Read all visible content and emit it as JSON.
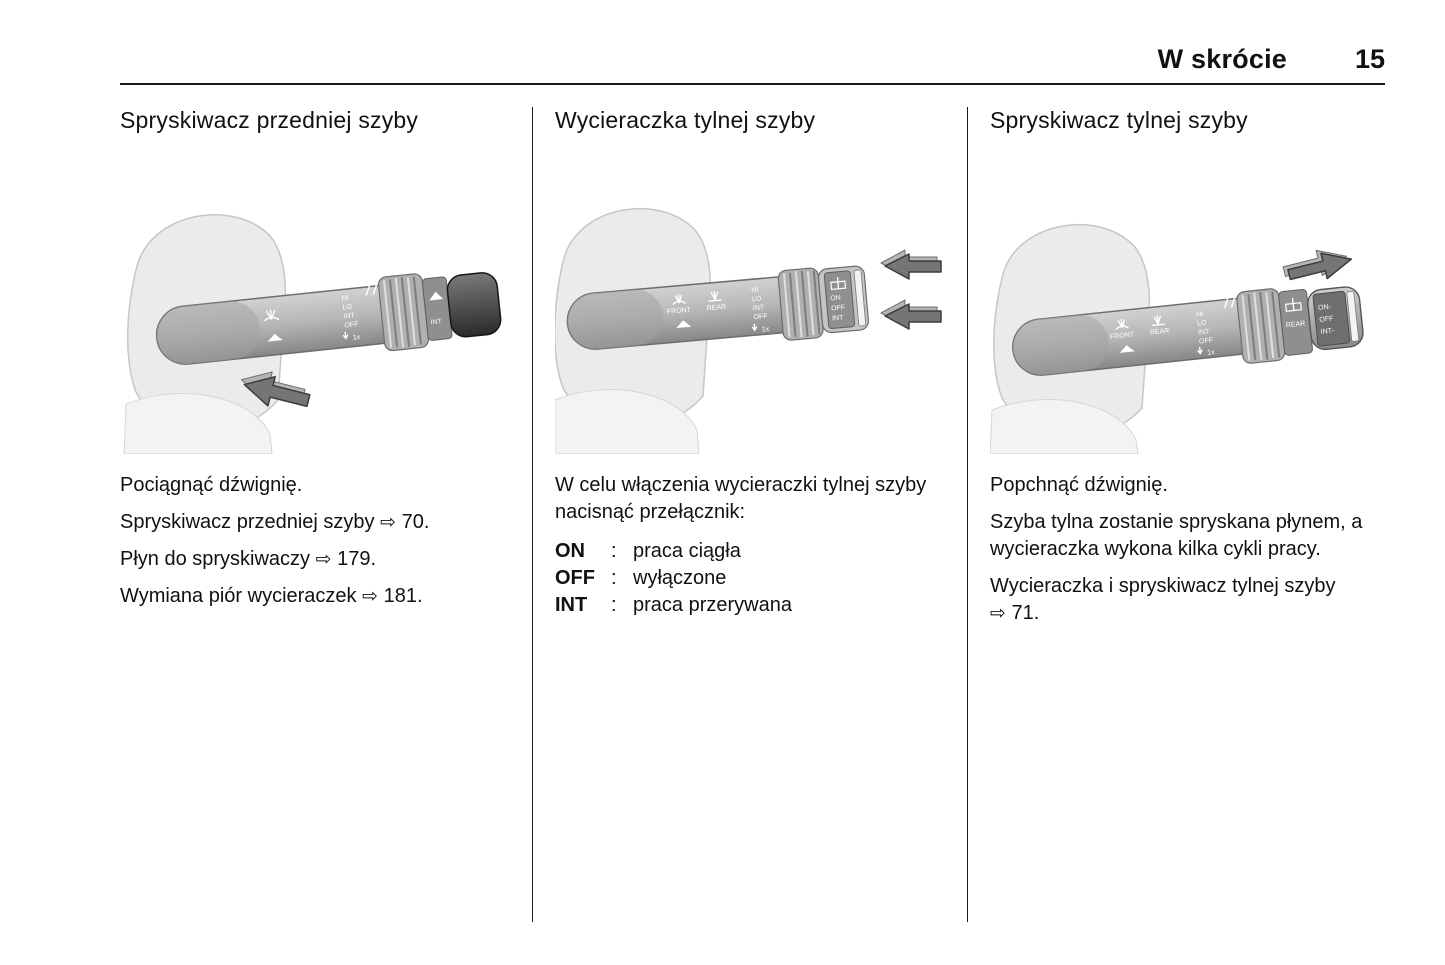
{
  "header": {
    "title": "W skrócie",
    "page_number": "15"
  },
  "icons": {
    "ref_arrow": "⇨"
  },
  "columns": [
    {
      "heading": "Spryskiwacz przedniej szyby",
      "paragraphs": [
        {
          "text": "Pociągnąć dźwignię."
        },
        {
          "text": "Spryskiwacz przedniej szyby",
          "ref": "70."
        },
        {
          "text": "Płyn do spryskiwaczy",
          "ref": "179."
        },
        {
          "text": "Wymiana piór wycieraczek",
          "ref": "181."
        }
      ]
    },
    {
      "heading": "Wycieraczka tylnej szyby",
      "intro": "W celu włączenia wycieraczki tylnej szyby nacisnąć przełącznik:",
      "definitions": [
        {
          "term": "ON",
          "colon": ":",
          "desc": "praca ciągła"
        },
        {
          "term": "OFF",
          "colon": ":",
          "desc": "wyłączone"
        },
        {
          "term": "INT",
          "colon": ":",
          "desc": "praca przerywana"
        }
      ]
    },
    {
      "heading": "Spryskiwacz tylnej szyby",
      "paragraphs": [
        {
          "text": "Popchnąć dźwignię."
        },
        {
          "text": "Szyba tylna zostanie spryskana płynem, a wycieraczka wykona kilka cykli pracy."
        },
        {
          "text": "Wycieraczka i spryskiwacz tylnej szyby",
          "ref": "71."
        }
      ]
    }
  ],
  "illustrations": {
    "front_washer": {
      "stalk_labels": [
        "HI",
        "LO",
        "INT",
        "OFF"
      ],
      "pulse_label": "1x",
      "collar_label": "INT"
    },
    "rear_wiper": {
      "front_label": "FRONT",
      "rear_label": "REAR",
      "stalk_labels": [
        "HI",
        "LO",
        "INT",
        "OFF"
      ],
      "pulse_label": "1x",
      "switch_labels": [
        "ON",
        "OFF",
        "INT"
      ]
    },
    "rear_washer": {
      "front_label": "FRONT",
      "rear_label": "REAR",
      "stalk_labels": [
        "HI",
        "LO",
        "INT",
        "OFF"
      ],
      "pulse_label": "1x",
      "collar_label": "REAR",
      "switch_labels": [
        "ON-",
        "OFF",
        "INT-"
      ]
    }
  }
}
